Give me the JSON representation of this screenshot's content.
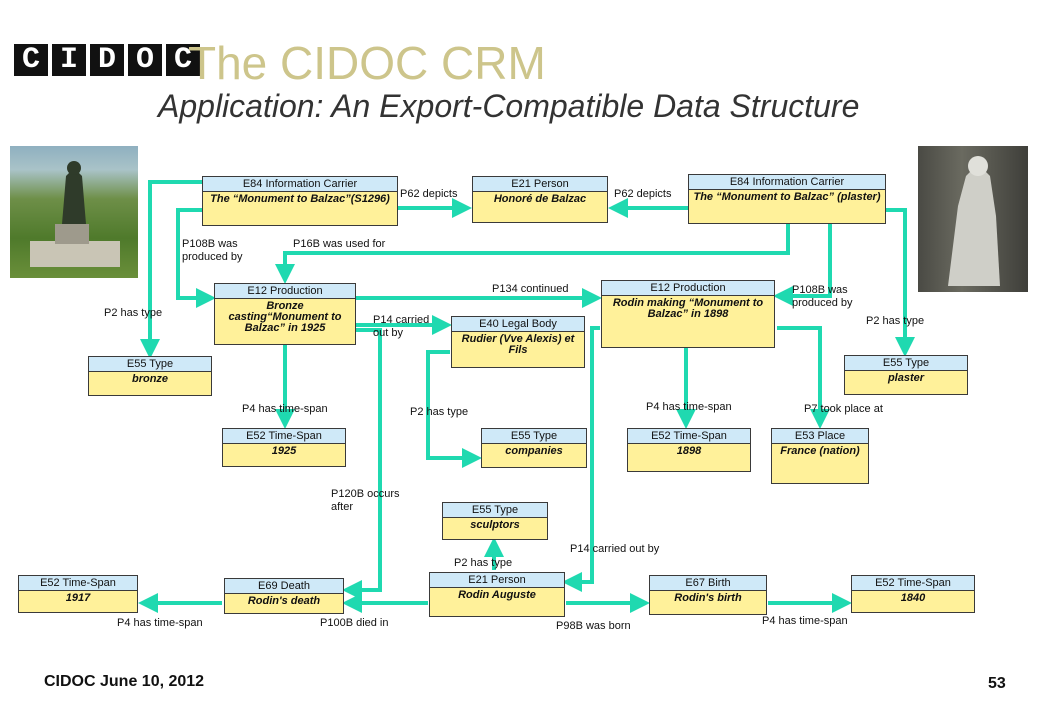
{
  "header": {
    "logo_text": "CIDOC",
    "title": "The CIDOC CRM",
    "subtitle": "Application: An Export-Compatible Data Structure"
  },
  "footer": {
    "left": "CIDOC June 10, 2012",
    "page_number": "53"
  },
  "colors": {
    "connector": "#1fd9b0",
    "node_header": "#cfe9f8",
    "node_body": "#fff19a",
    "title": "#cdc58b"
  },
  "nodes": {
    "ic1296": {
      "type": "E84 Information Carrier",
      "value": "The “Monument to Balzac”(S1296)"
    },
    "balzac": {
      "type": "E21 Person",
      "value": "Honoré de Balzac"
    },
    "icplaster": {
      "type": "E84 Information Carrier",
      "value": "The “Monument to Balzac” (plaster)"
    },
    "prod1925": {
      "type": "E12 Production",
      "value": "Bronze casting“Monument to Balzac” in 1925"
    },
    "prod1898": {
      "type": "E12 Production",
      "value": "Rodin making “Monument to Balzac” in 1898"
    },
    "rudier": {
      "type": "E40 Legal Body",
      "value": "Rudier (Vve Alexis) et Fils"
    },
    "bronze": {
      "type": "E55 Type",
      "value": "bronze"
    },
    "plaster": {
      "type": "E55 Type",
      "value": "plaster"
    },
    "ts1925": {
      "type": "E52 Time-Span",
      "value": "1925"
    },
    "companies": {
      "type": "E55 Type",
      "value": "companies"
    },
    "ts1898": {
      "type": "E52 Time-Span",
      "value": "1898"
    },
    "france": {
      "type": "E53 Place",
      "value": "France (nation)"
    },
    "sculptors": {
      "type": "E55 Type",
      "value": "sculptors"
    },
    "ts1917": {
      "type": "E52 Time-Span",
      "value": "1917"
    },
    "death": {
      "type": "E69 Death",
      "value": "Rodin's death"
    },
    "rodin": {
      "type": "E21 Person",
      "value": "Rodin Auguste"
    },
    "birth": {
      "type": "E67 Birth",
      "value": "Rodin's birth"
    },
    "ts1840": {
      "type": "E52 Time-Span",
      "value": "1840"
    }
  },
  "edges": {
    "p62_left": "P62 depicts",
    "p62_right": "P62 depicts",
    "p108b_left": "P108B was produced by",
    "p16b": "P16B was used for",
    "p134": "P134 continued",
    "p108b_right": "P108B was produced by",
    "p2_bronze": "P2 has type",
    "p2_plaster": "P2 has type",
    "p14_rudier": "P14 carried out by",
    "p4_1925": "P4 has time-span",
    "p2_companies": "P2 has type",
    "p4_1898": "P4 has time-span",
    "p7": "P7 took place at",
    "p120b": "P120B occurs after",
    "p14_rodin": "P14 carried out by",
    "p2_sculptors": "P2 has type",
    "p4_1917": "P4 has time-span",
    "p100b": "P100B died in",
    "p98b": "P98B was born",
    "p4_1840": "P4 has time-span"
  }
}
